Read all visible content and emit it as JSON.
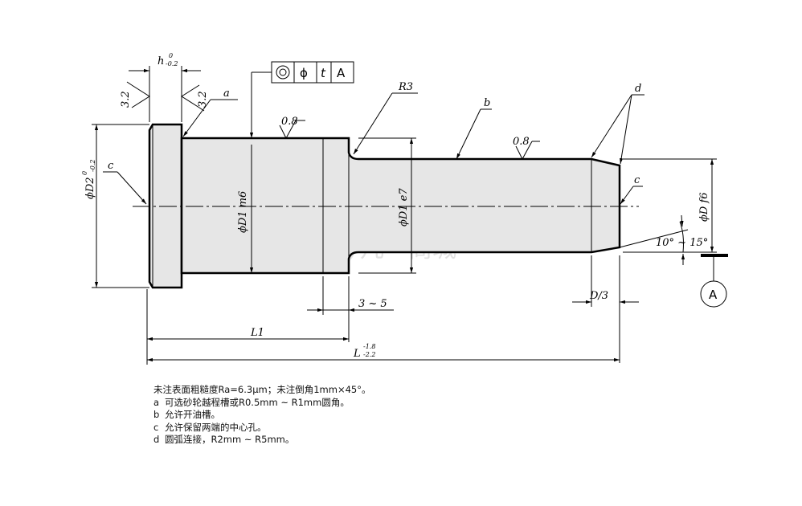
{
  "drawing": {
    "labels": {
      "h": "h",
      "h_tol_upper": "0",
      "h_tol_lower": "-0.2",
      "surface_roughness": "3.2",
      "roughness_08": "0.8",
      "a": "a",
      "b": "b",
      "c": "c",
      "d": "d",
      "R3": "R3",
      "D2": "ϕD2",
      "D2_tol_upper": "0",
      "D2_tol_lower": "-0.2",
      "D1_m6": "ϕD1 m6",
      "D1_e7": "ϕD1 e7",
      "Df6": "ϕD f6",
      "angle": "10° ~ 15°",
      "D_over_3": "D/3",
      "range_3_5": "3 ~ 5",
      "L1": "L1",
      "L": "L",
      "L_tol_upper": "-1.8",
      "L_tol_lower": "-2.2",
      "datum": "A"
    },
    "fcf": {
      "symbol": "concentricity",
      "diameter": "ϕ",
      "tolerance": "t",
      "datum": "A"
    },
    "watermark": "凡一商城",
    "colors": {
      "line": "#000000",
      "fill": "#e6e6e6"
    }
  },
  "notes": {
    "title": "未注表面粗糙度Ra=6.3μm；未注倒角1mm×45°。",
    "items": [
      {
        "key": "a",
        "text": "可选砂轮越程槽或R0.5mm ~ R1mm圆角。"
      },
      {
        "key": "b",
        "text": "允许开油槽。"
      },
      {
        "key": "c",
        "text": "允许保留两端的中心孔。"
      },
      {
        "key": "d",
        "text": "圆弧连接，R2mm ~ R5mm。"
      }
    ]
  }
}
